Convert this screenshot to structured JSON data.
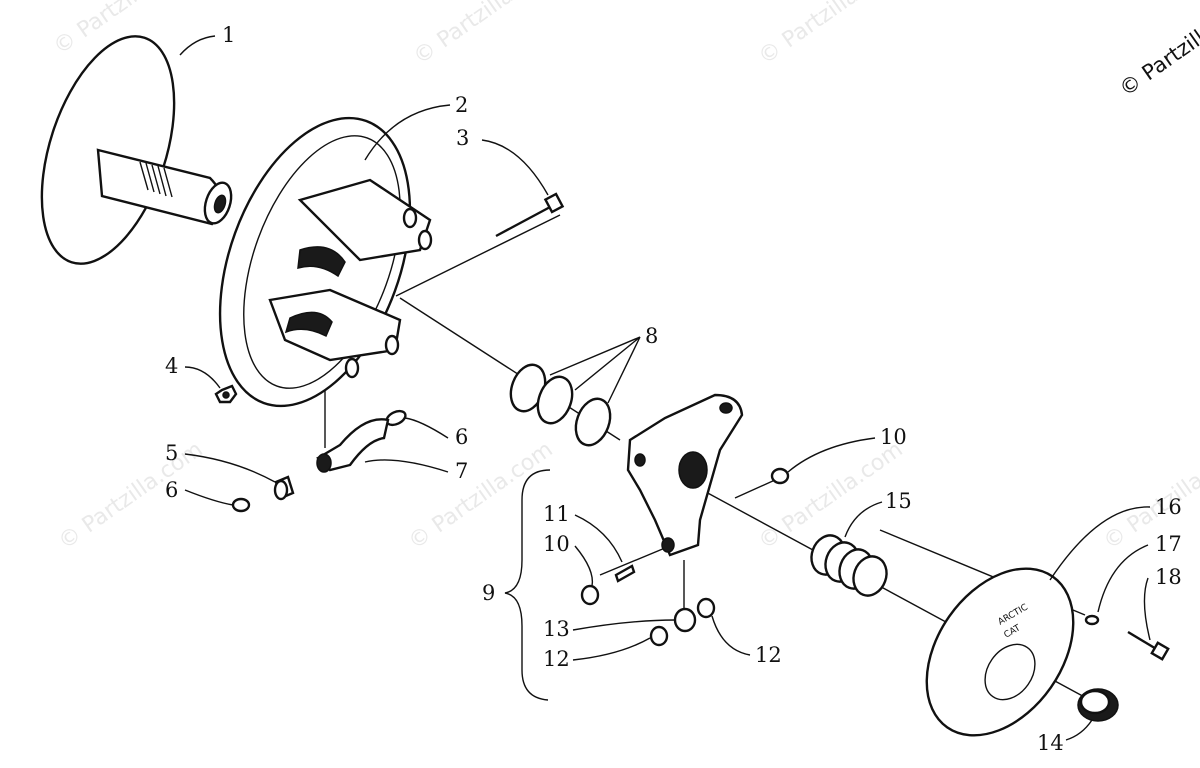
{
  "copyright": "© Partzilla",
  "watermark": "© Partzilla.com",
  "callouts": [
    "1",
    "2",
    "3",
    "4",
    "5",
    "6",
    "6",
    "7",
    "8",
    "9",
    "10",
    "10",
    "11",
    "12",
    "12",
    "13",
    "14",
    "15",
    "16",
    "17",
    "18"
  ],
  "stamp": [
    "ARCTIC",
    "CAT"
  ]
}
